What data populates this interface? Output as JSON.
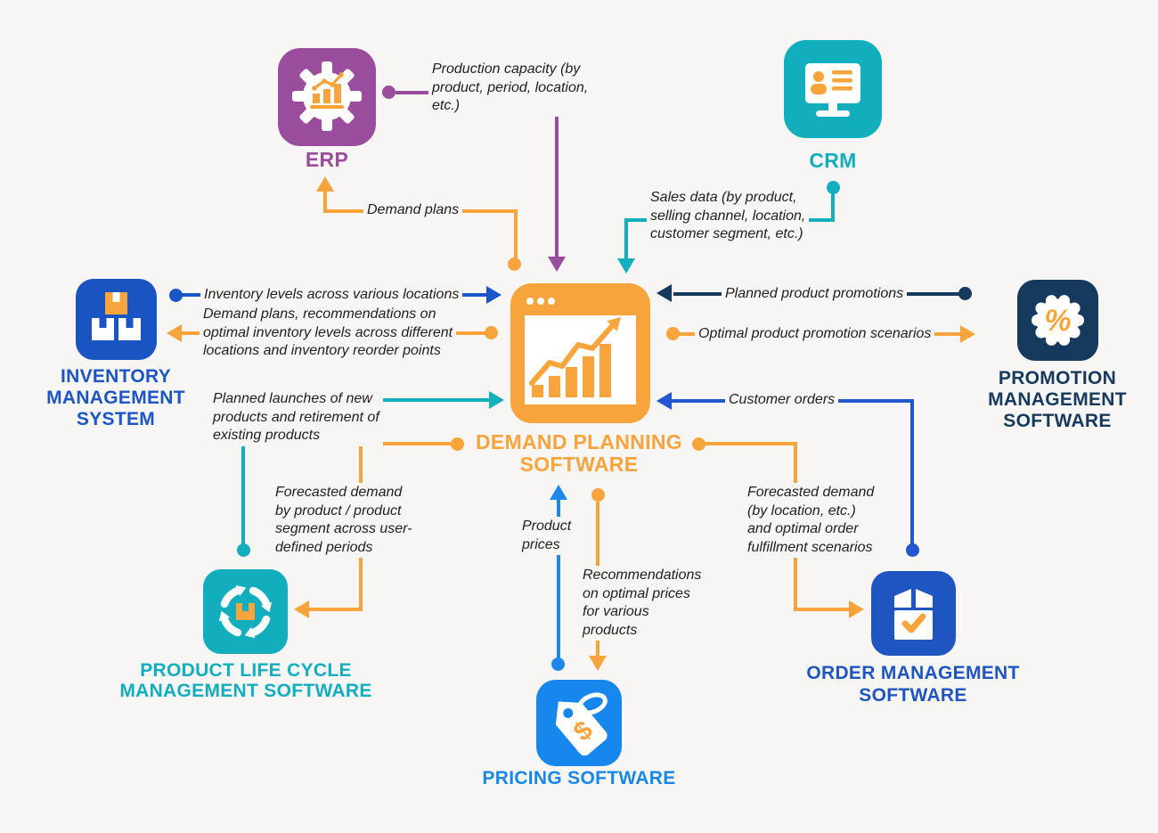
{
  "page": {
    "background": "#f7f6f5"
  },
  "systems": {
    "erp": {
      "label": "ERP",
      "icon": "gear-analytics-icon",
      "color": "#9b4d9d"
    },
    "crm": {
      "label": "CRM",
      "icon": "monitor-contact-icon",
      "color": "#12aebe"
    },
    "demand_planning": {
      "label": "DEMAND PLANNING\nSOFTWARE",
      "icon": "growth-chart-window-icon",
      "color": "#f7a43d"
    },
    "inventory": {
      "label": "INVENTORY\nMANAGEMENT\nSYSTEM",
      "icon": "stacked-boxes-icon",
      "color": "#1b55c6"
    },
    "promotion": {
      "label": "PROMOTION\nMANAGEMENT\nSOFTWARE",
      "icon": "percent-badge-icon",
      "color": "#16395e"
    },
    "plm": {
      "label": "PRODUCT LIFE CYCLE\nMANAGEMENT SOFTWARE",
      "icon": "lifecycle-arrows-icon",
      "color": "#12aebe"
    },
    "pricing": {
      "label": "PRICING SOFTWARE",
      "icon": "price-tag-icon",
      "color": "#1787e8"
    },
    "order": {
      "label": "ORDER MANAGEMENT\nSOFTWARE",
      "icon": "package-check-icon",
      "color": "#1e55c1"
    }
  },
  "flows": {
    "production_capacity": {
      "label": "Production capacity (by\nproduct, period, location,\netc.)",
      "from": "erp",
      "to": "demand_planning",
      "color": "#9b4d9d"
    },
    "demand_plans_to_erp": {
      "label": "Demand plans",
      "from": "demand_planning",
      "to": "erp",
      "color": "#f7a43d"
    },
    "sales_data": {
      "label": "Sales data (by product,\nselling channel, location,\ncustomer segment, etc.)",
      "from": "crm",
      "to": "demand_planning",
      "color": "#12aebe"
    },
    "inventory_levels": {
      "label": "Inventory levels across various locations",
      "from": "inventory",
      "to": "demand_planning",
      "color": "#1b55c6"
    },
    "inventory_recommendations": {
      "label": "Demand plans, recommendations on\noptimal inventory levels across different\nlocations and inventory reorder points",
      "from": "demand_planning",
      "to": "inventory",
      "color": "#f7a43d"
    },
    "planned_launches": {
      "label": "Planned launches of new\nproducts and retirement of\nexisting products",
      "from": "plm",
      "to": "demand_planning",
      "color": "#12aebe"
    },
    "forecast_by_product": {
      "label": "Forecasted demand\nby product / product\nsegment across user-\ndefined periods",
      "from": "demand_planning",
      "to": "plm",
      "color": "#f7a43d"
    },
    "planned_promotions": {
      "label": "Planned product promotions",
      "from": "promotion",
      "to": "demand_planning",
      "color": "#16395e"
    },
    "promotion_scenarios": {
      "label": "Optimal product promotion scenarios",
      "from": "demand_planning",
      "to": "promotion",
      "color": "#f7a43d"
    },
    "customer_orders": {
      "label": "Customer orders",
      "from": "order",
      "to": "demand_planning",
      "color": "#2257cf"
    },
    "forecast_fulfillment": {
      "label": "Forecasted demand\n(by location, etc.)\nand optimal order\nfulfillment scenarios",
      "from": "demand_planning",
      "to": "order",
      "color": "#f7a43d"
    },
    "product_prices": {
      "label": "Product\nprices",
      "from": "pricing",
      "to": "demand_planning",
      "color": "#1d87ea"
    },
    "price_recommendations": {
      "label": "Recommendations\non optimal prices\nfor various\nproducts",
      "from": "demand_planning",
      "to": "pricing",
      "color": "#f7a43d"
    }
  }
}
